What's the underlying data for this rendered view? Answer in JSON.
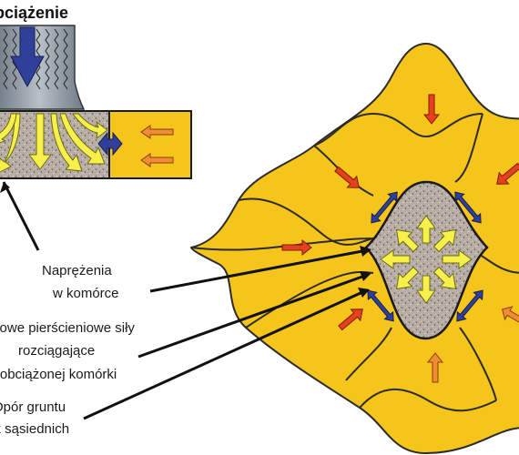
{
  "title": "Obciążenie",
  "labels": {
    "stress": [
      "Naprężenia",
      "w komórce"
    ],
    "ring": [
      "Obwodowe pierścieniowe siły",
      "rozciągające",
      "w ścianie obciążonej komórki"
    ],
    "soil": [
      "Opór gruntu",
      "i komórek sąsiednich"
    ]
  },
  "colors": {
    "cell_fill": "#f5c51b",
    "cell_stroke": "#2b2b2b",
    "infill": "#b9aea6",
    "arrow_yellow": "#f7f04a",
    "arrow_red": "#e8401e",
    "arrow_orange": "#f08c33",
    "arrow_blue": "#2f3f9a",
    "load_grey": "#8e99a3",
    "leader": "#111111"
  }
}
